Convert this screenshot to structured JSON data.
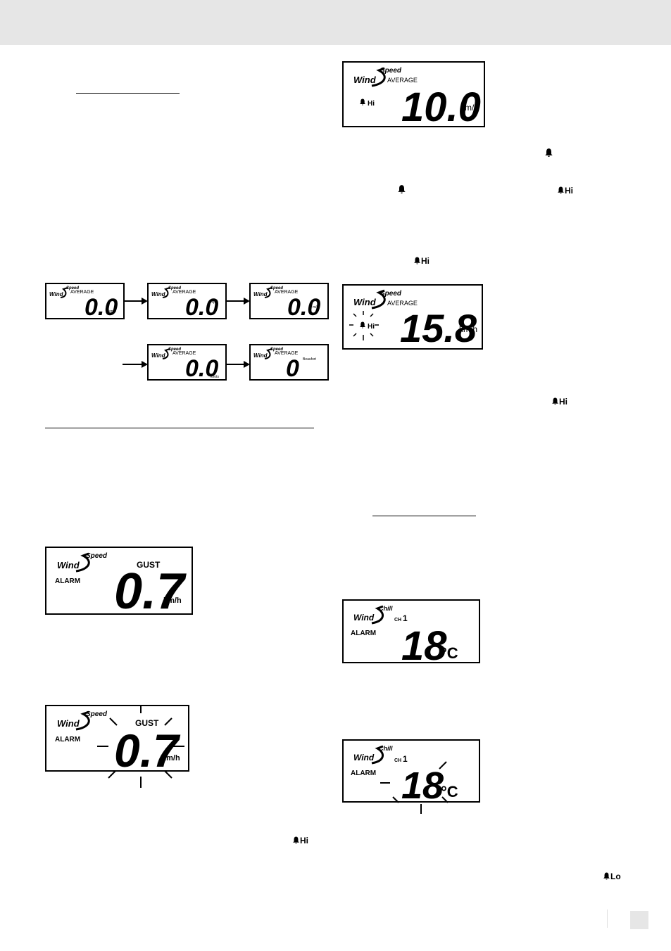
{
  "header": {
    "color": "#e6e6e6"
  },
  "labels": {
    "wind": "Wind",
    "speed": "Speed",
    "chill": "Chill",
    "average": "AVERAGE",
    "gust": "GUST",
    "alarm": "ALARM",
    "hi": "Hi",
    "lo": "Lo",
    "ch": "CH"
  },
  "units_sequence": [
    {
      "value": "0.0",
      "unit": "km/h"
    },
    {
      "value": "0.0",
      "unit": "mph"
    },
    {
      "value": "0.0",
      "unit": "m/s"
    },
    {
      "value": "0.0",
      "unit": "knots"
    },
    {
      "value": "0",
      "unit": "Beaufort"
    }
  ],
  "display_gust_alarm": {
    "value": "0.7",
    "unit": "km/h"
  },
  "display_gust_alarm_flashing": {
    "value": "0.7",
    "unit": "km/h"
  },
  "display_average_hi": {
    "value": "10.0",
    "unit": "km/h"
  },
  "display_average_hi_flashing": {
    "value": "15.8",
    "unit": "km/h"
  },
  "display_chill_alarm": {
    "channel": "1",
    "value": "18",
    "unit": "°C"
  },
  "display_chill_alarm_flashing": {
    "channel": "1",
    "value": "18",
    "unit": "°C"
  },
  "inline_icons": {
    "bell_icon": "bell-icon",
    "hi_label": "Hi",
    "lo_label": "Lo"
  }
}
